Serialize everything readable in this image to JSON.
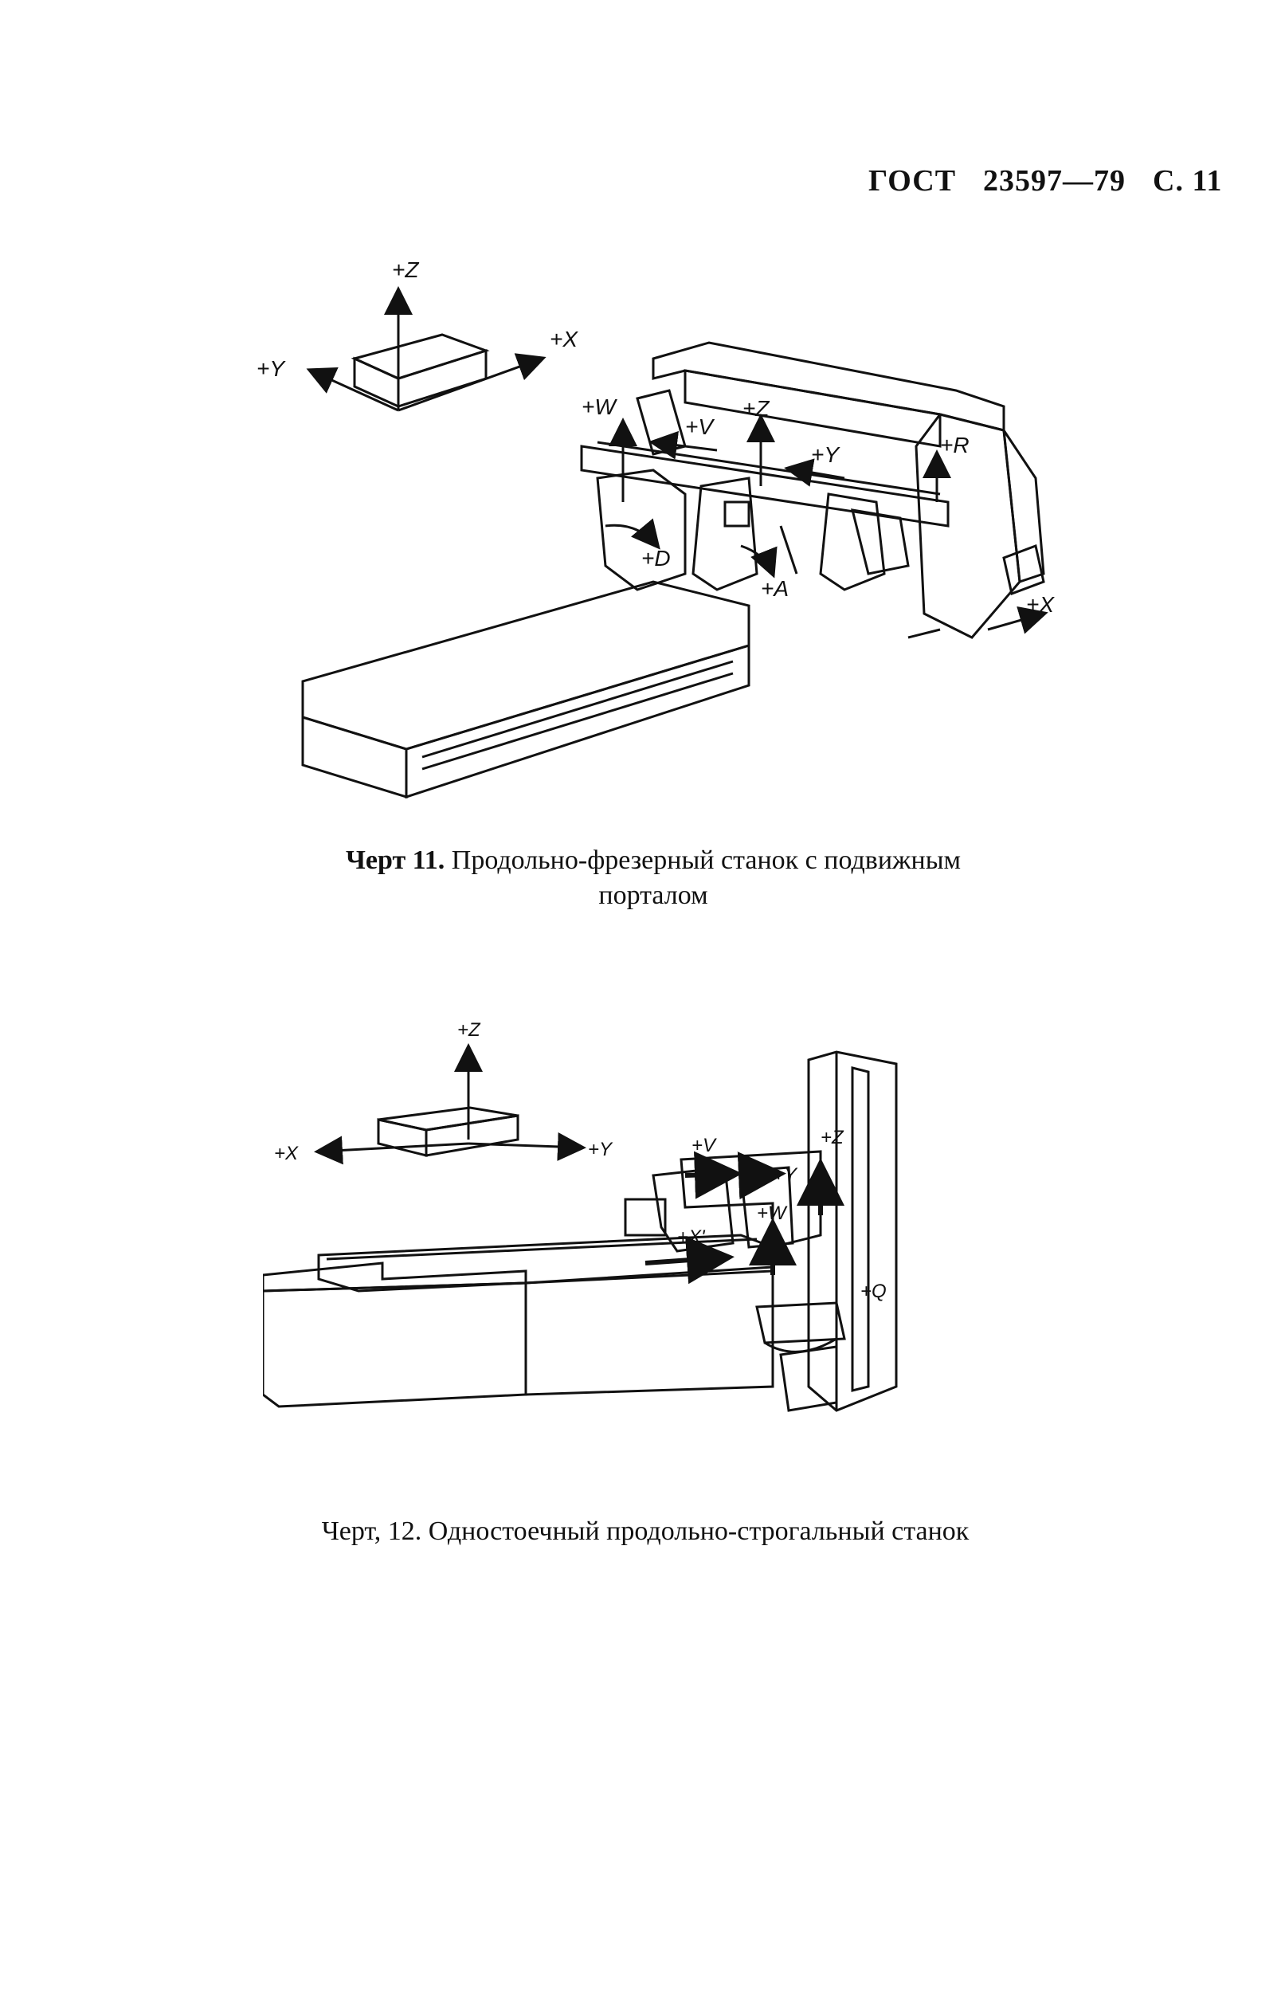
{
  "header": {
    "standard": "ГОСТ",
    "number": "23597—79",
    "page": "С. 11"
  },
  "figure11": {
    "caption_label": "Черт 11.",
    "caption_text": "Продольно-фрезерный станок с подвижным порталом",
    "coord_labels": [
      "+Z",
      "+X",
      "+Y"
    ],
    "machine_labels": [
      "+W",
      "+V",
      "+Z",
      "+Y",
      "+R",
      "+D",
      "+A",
      "+X"
    ]
  },
  "figure12": {
    "caption_label": "Черт, 12.",
    "caption_text": "Одностоечный продольно-строгальный станок",
    "coord_labels": [
      "+Z",
      "+X",
      "+Y"
    ],
    "machine_labels": [
      "+V",
      "+Y",
      "+Z",
      "+W",
      "+X'",
      "+Q"
    ]
  }
}
